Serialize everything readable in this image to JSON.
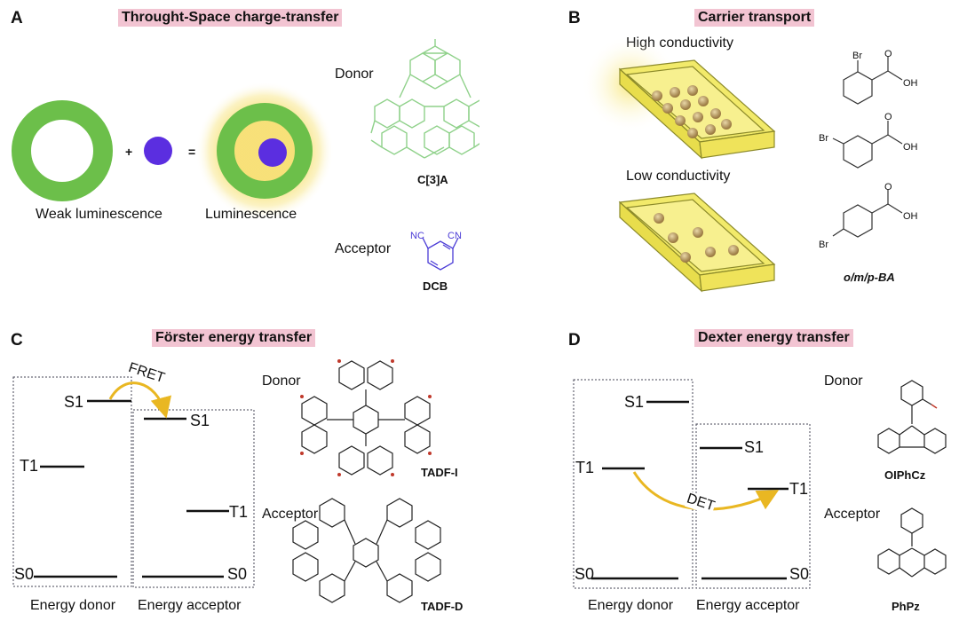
{
  "panels": {
    "a": {
      "letter": "A",
      "title": "Throught-Space charge-transfer",
      "plus": "+",
      "equals": "=",
      "weak": "Weak luminescence",
      "lum": "Luminescence",
      "donor": "Donor",
      "acceptor": "Acceptor",
      "donor_name": "C[3]A",
      "acceptor_name": "DCB",
      "nc1": "NC",
      "cn1": "CN"
    },
    "b": {
      "letter": "B",
      "title": "Carrier transport",
      "high": "High conductivity",
      "low": "Low conductivity",
      "acid_label": "o/m/p-BA",
      "br": "Br",
      "oh": "OH",
      "o": "O"
    },
    "c": {
      "letter": "C",
      "title": "Förster energy transfer",
      "donor": "Donor",
      "acceptor": "Acceptor",
      "fret": "FRET",
      "s1_left": "S1",
      "t1_left": "T1",
      "s0_left": "S0",
      "s1_right": "S1",
      "t1_right": "T1",
      "s0_right": "S0",
      "energy_donor": "Energy donor",
      "energy_acceptor": "Energy acceptor",
      "donor_name": "TADF-I",
      "acceptor_name": "TADF-D"
    },
    "d": {
      "letter": "D",
      "title": "Dexter energy transfer",
      "donor": "Donor",
      "acceptor": "Acceptor",
      "det": "DET",
      "s1_left": "S1",
      "t1_left": "T1",
      "s0_left": "S0",
      "s1_right": "S1",
      "t1_right": "T1",
      "s0_right": "S0",
      "energy_donor": "Energy donor",
      "energy_acceptor": "Energy acceptor",
      "donor_name": "OIPhCz",
      "acceptor_name": "PhPz"
    }
  },
  "colors": {
    "ring": "#6cbf4a",
    "dot": "#5b2ee0",
    "glow": "#f7df72",
    "title_bg": "#f2c4d2",
    "box": "#f2ea6a",
    "bead": "#b7945a",
    "arrow": "#e9b722",
    "dcb": "#4a3bd6",
    "c3a": "#8fd18a"
  }
}
